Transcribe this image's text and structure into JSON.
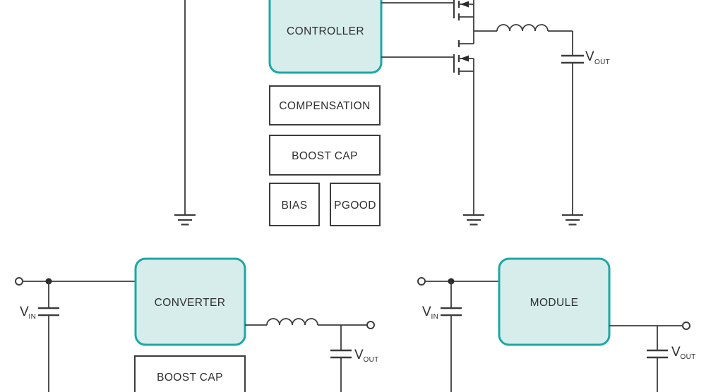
{
  "colors": {
    "block_fill": "#d7edec",
    "block_border": "#1da7a4",
    "line": "#3c3c3c",
    "text": "#2e2e2e"
  },
  "controller_circuit": {
    "block_label": "CONTROLLER",
    "boxes": {
      "compensation": "COMPENSATION",
      "boost_cap": "BOOST CAP",
      "bias": "BIAS",
      "pgood": "PGOOD"
    },
    "vout": {
      "symbol": "V",
      "subscript": "OUT"
    }
  },
  "converter_circuit": {
    "block_label": "CONVERTER",
    "boxes": {
      "boost_cap": "BOOST CAP"
    },
    "vin": {
      "symbol": "V",
      "subscript": "IN"
    },
    "vout": {
      "symbol": "V",
      "subscript": "OUT"
    }
  },
  "module_circuit": {
    "block_label": "MODULE",
    "vin": {
      "symbol": "V",
      "subscript": "IN"
    },
    "vout": {
      "symbol": "V",
      "subscript": "OUT"
    }
  }
}
